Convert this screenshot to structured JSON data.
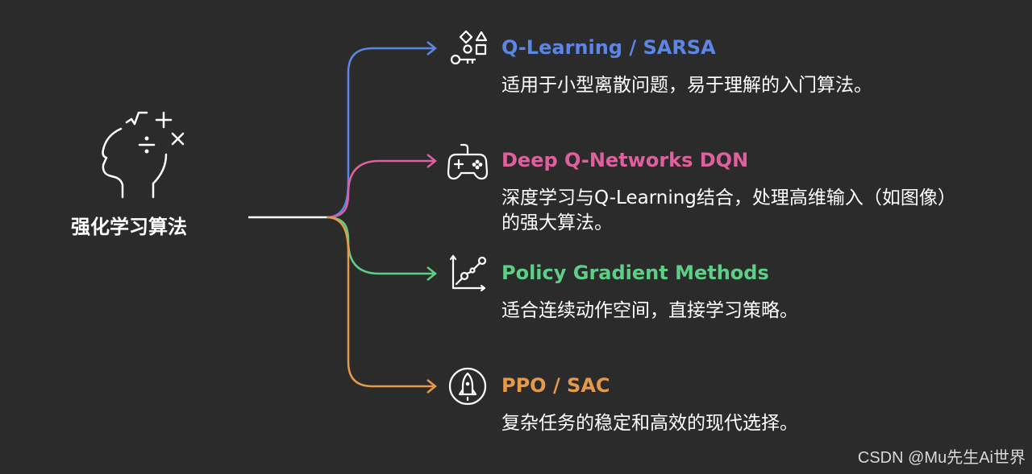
{
  "root": {
    "label": "强化学习算法",
    "icon": "head-math-icon"
  },
  "branches": [
    {
      "title": "Q-Learning / SARSA",
      "description": "适用于小型离散问题，易于理解的入门算法。",
      "color": "#5b86e5",
      "icon": "shapes-key-icon"
    },
    {
      "title": "Deep Q-Networks DQN",
      "description": "深度学习与Q-Learning结合，处理高维输入（如图像）的强大算法。",
      "color": "#e0609f",
      "icon": "gamepad-icon"
    },
    {
      "title": "Policy Gradient Methods",
      "description": "适合连续动作空间，直接学习策略。",
      "color": "#5dcf87",
      "icon": "line-chart-icon"
    },
    {
      "title": "PPO / SAC",
      "description": "复杂任务的稳定和高效的现代选择。",
      "color": "#e49a4a",
      "icon": "rocket-icon"
    }
  ],
  "watermark": "CSDN @Mu先生Ai世界"
}
